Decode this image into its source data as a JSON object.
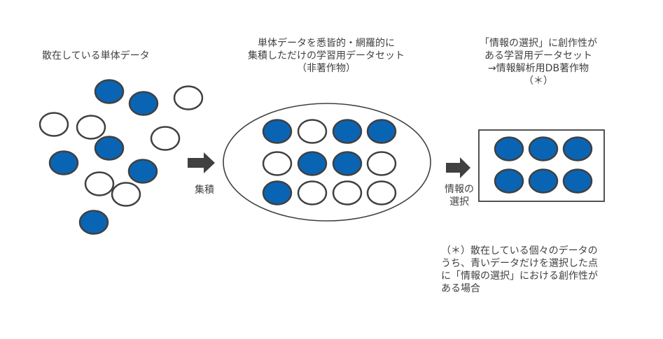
{
  "colors": {
    "filled": "#0a64b4",
    "outline": "#404040",
    "text": "#404040",
    "arrow": "#404040",
    "empty": "#ffffff"
  },
  "stage1": {
    "title": "散在している単体データ",
    "circles": [
      "filled",
      "filled",
      "empty",
      "empty",
      "empty",
      "empty",
      "filled",
      "filled",
      "filled",
      "empty",
      "empty",
      "filled"
    ]
  },
  "arrow1": {
    "label": "集積"
  },
  "stage2": {
    "title_lines": [
      "単体データを悉皆的・網羅的に",
      "集積しただけの学習用データセット",
      "（非著作物）"
    ],
    "rows": [
      [
        "filled",
        "empty",
        "filled",
        "filled"
      ],
      [
        "empty",
        "filled",
        "filled",
        "empty"
      ],
      [
        "filled",
        "empty",
        "empty",
        "empty"
      ]
    ]
  },
  "arrow2": {
    "label_lines": [
      "情報の",
      "選択"
    ]
  },
  "stage3": {
    "title_lines": [
      "「情報の選択」に創作性が",
      "ある学習用データセット",
      "→情報解析用DB著作物",
      "（＊）"
    ],
    "rows": [
      [
        "filled",
        "filled",
        "filled"
      ],
      [
        "filled",
        "filled",
        "filled"
      ]
    ]
  },
  "note": {
    "lines": [
      "（＊）散在している個々のデータの",
      "うち、青いデータだけを選択した点",
      "に「情報の選択」における創作性が",
      "ある場合"
    ]
  }
}
